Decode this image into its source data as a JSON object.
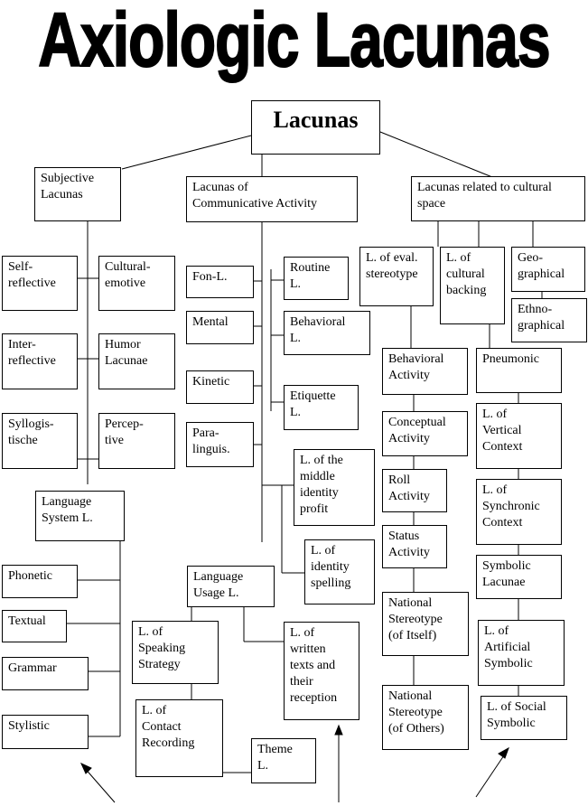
{
  "title": "Axiologic Lacunas",
  "nodes": [
    {
      "id": "lacunas",
      "text": "Lacunas"
    },
    {
      "id": "subjective",
      "text": "Subjective\nLacunas"
    },
    {
      "id": "communicative",
      "text": "Lacunas of\nCommunicative Activity"
    },
    {
      "id": "cultural-space",
      "text": "Lacunas related to cultural\nspace"
    },
    {
      "id": "self-reflective",
      "text": "Self-\nreflective"
    },
    {
      "id": "cultural-emotive",
      "text": "Cultural-\nemotive"
    },
    {
      "id": "inter-reflective",
      "text": "Inter-\nreflective"
    },
    {
      "id": "humor-lacunae",
      "text": "Humor\nLacunae"
    },
    {
      "id": "syllogistische",
      "text": "Syllogis-\ntische"
    },
    {
      "id": "perceptive",
      "text": "Percep-\ntive"
    },
    {
      "id": "fon-l",
      "text": "Fon-L."
    },
    {
      "id": "mental",
      "text": "Mental"
    },
    {
      "id": "kinetic",
      "text": "Kinetic"
    },
    {
      "id": "paralinguis",
      "text": "Para-\nlinguis."
    },
    {
      "id": "routine-l",
      "text": "Routine\nL."
    },
    {
      "id": "behavioral-l",
      "text": "Behavioral\nL."
    },
    {
      "id": "etiquette-l",
      "text": "Etiquette\nL."
    },
    {
      "id": "middle-identity",
      "text": "L. of the\nmiddle\nidentity\nprofit"
    },
    {
      "id": "identity-spelling",
      "text": "L. of\nidentity\nspelling"
    },
    {
      "id": "eval-stereotype",
      "text": "L. of eval.\nstereotype"
    },
    {
      "id": "cultural-backing",
      "text": "L. of\ncultural\nbacking"
    },
    {
      "id": "geographical",
      "text": "Geo-\ngraphical"
    },
    {
      "id": "ethnographical",
      "text": "Ethno-\ngraphical"
    },
    {
      "id": "behavioral-activity",
      "text": "Behavioral\nActivity"
    },
    {
      "id": "pneumonic",
      "text": "Pneumonic"
    },
    {
      "id": "conceptual-activity",
      "text": "Conceptual\nActivity"
    },
    {
      "id": "vertical-context",
      "text": "L. of\nVertical\nContext"
    },
    {
      "id": "roll-activity",
      "text": "Roll\nActivity"
    },
    {
      "id": "synchronic-context",
      "text": "L. of\nSynchronic\nContext"
    },
    {
      "id": "status-activity",
      "text": "Status\nActivity"
    },
    {
      "id": "symbolic-lacunae",
      "text": "Symbolic\nLacunae"
    },
    {
      "id": "national-itself",
      "text": "National\nStereotype\n(of Itself)"
    },
    {
      "id": "artificial-symbolic",
      "text": "L. of\nArtificial\nSymbolic"
    },
    {
      "id": "national-others",
      "text": "National\nStereotype\n(of Others)"
    },
    {
      "id": "social-symbolic",
      "text": "L. of Social\nSymbolic"
    },
    {
      "id": "language-system",
      "text": "Language\nSystem L."
    },
    {
      "id": "phonetic",
      "text": "Phonetic"
    },
    {
      "id": "textual",
      "text": "Textual"
    },
    {
      "id": "grammar",
      "text": "Grammar"
    },
    {
      "id": "stylistic",
      "text": "Stylistic"
    },
    {
      "id": "language-usage",
      "text": "Language\nUsage L."
    },
    {
      "id": "speaking-strategy",
      "text": "L. of\nSpeaking\nStrategy"
    },
    {
      "id": "written-texts",
      "text": "L. of\nwritten\ntexts and\ntheir\nreception"
    },
    {
      "id": "contact-recording",
      "text": "L. of\nContact\nRecording"
    },
    {
      "id": "theme-l",
      "text": "Theme\nL."
    }
  ]
}
